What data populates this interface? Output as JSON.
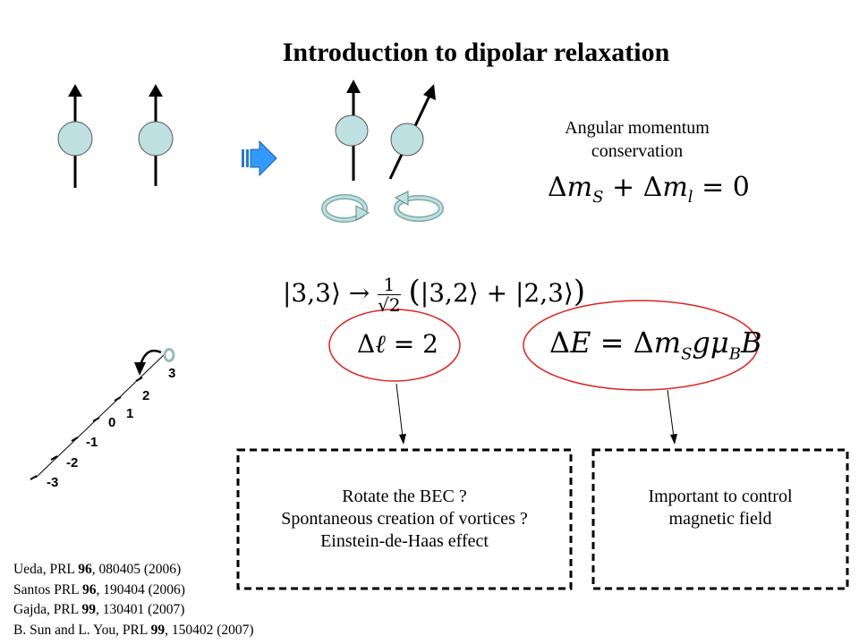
{
  "slide": {
    "title": "Introduction to dipolar relaxation",
    "conservation": {
      "line1": "Angular momentum",
      "line2": "conservation",
      "equation": "Δm",
      "equation_full": "Δm_S + Δm_l = 0"
    },
    "ket_equation": "|3,3⟩ → (1/√2)(|3,2⟩ + |2,3⟩)",
    "delta_l_formula": "Δℓ = 2",
    "delta_e_formula": "ΔE = Δm_S g μ_B B",
    "levels": [
      "-3",
      "-2",
      "-1",
      "0",
      "1",
      "2",
      "3"
    ],
    "left_box": {
      "lines": [
        "Rotate the BEC ?",
        "Spontaneous creation of vortices ?",
        "Einstein-de-Haas effect"
      ]
    },
    "right_box": {
      "lines": [
        "Important to control",
        "magnetic field"
      ]
    },
    "references": [
      {
        "pre": "Ueda, PRL ",
        "vol": "96",
        "post": ", 080405 (2006)"
      },
      {
        "pre": "Santos PRL ",
        "vol": "96",
        "post": ", 190404 (2006)"
      },
      {
        "pre": "Gajda, PRL ",
        "vol": "99",
        "post": ", 130401 (2007)"
      },
      {
        "pre": "B. Sun and L. You, PRL ",
        "vol": "99",
        "post": ", 150402 (2007)"
      }
    ],
    "colors": {
      "spin_fill": "#bfe0e0",
      "arrow_blue": "#3399ff",
      "ellipse_red": "#e02020",
      "rotation_arrow": "#a8d4d4"
    }
  }
}
